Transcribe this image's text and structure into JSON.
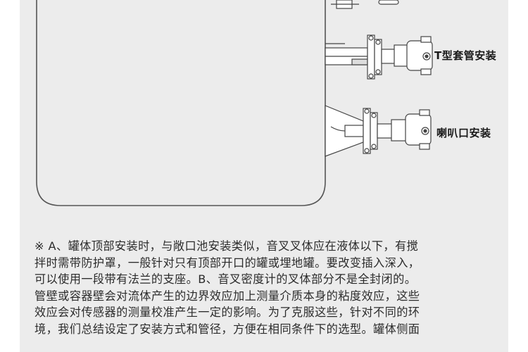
{
  "diagram": {
    "t_sleeve_label": "T型套管安装",
    "horn_label": "喇叭口安装"
  },
  "note": {
    "lines": [
      "※ A、罐体顶部安装时，与敞口池安装类似，音叉叉体应在液体以下，有搅",
      "拌时需带防护罩，一般针对只有顶部开口的罐或埋地罐。要改变插入深入，",
      "可以使用一段带有法兰的支座。B、音叉密度计的叉体部分不是全封闭的。",
      "管壁或容器壁会对流体产生的边界效应加上测量介质本身的粘度效应，这些",
      "效应会对传感器的测量校准产生一定的影响。为了克服这些，针对不同的环",
      "境，我们总结设定了安装方式和管径，方便在相同条件下的选型。罐体侧面"
    ]
  }
}
